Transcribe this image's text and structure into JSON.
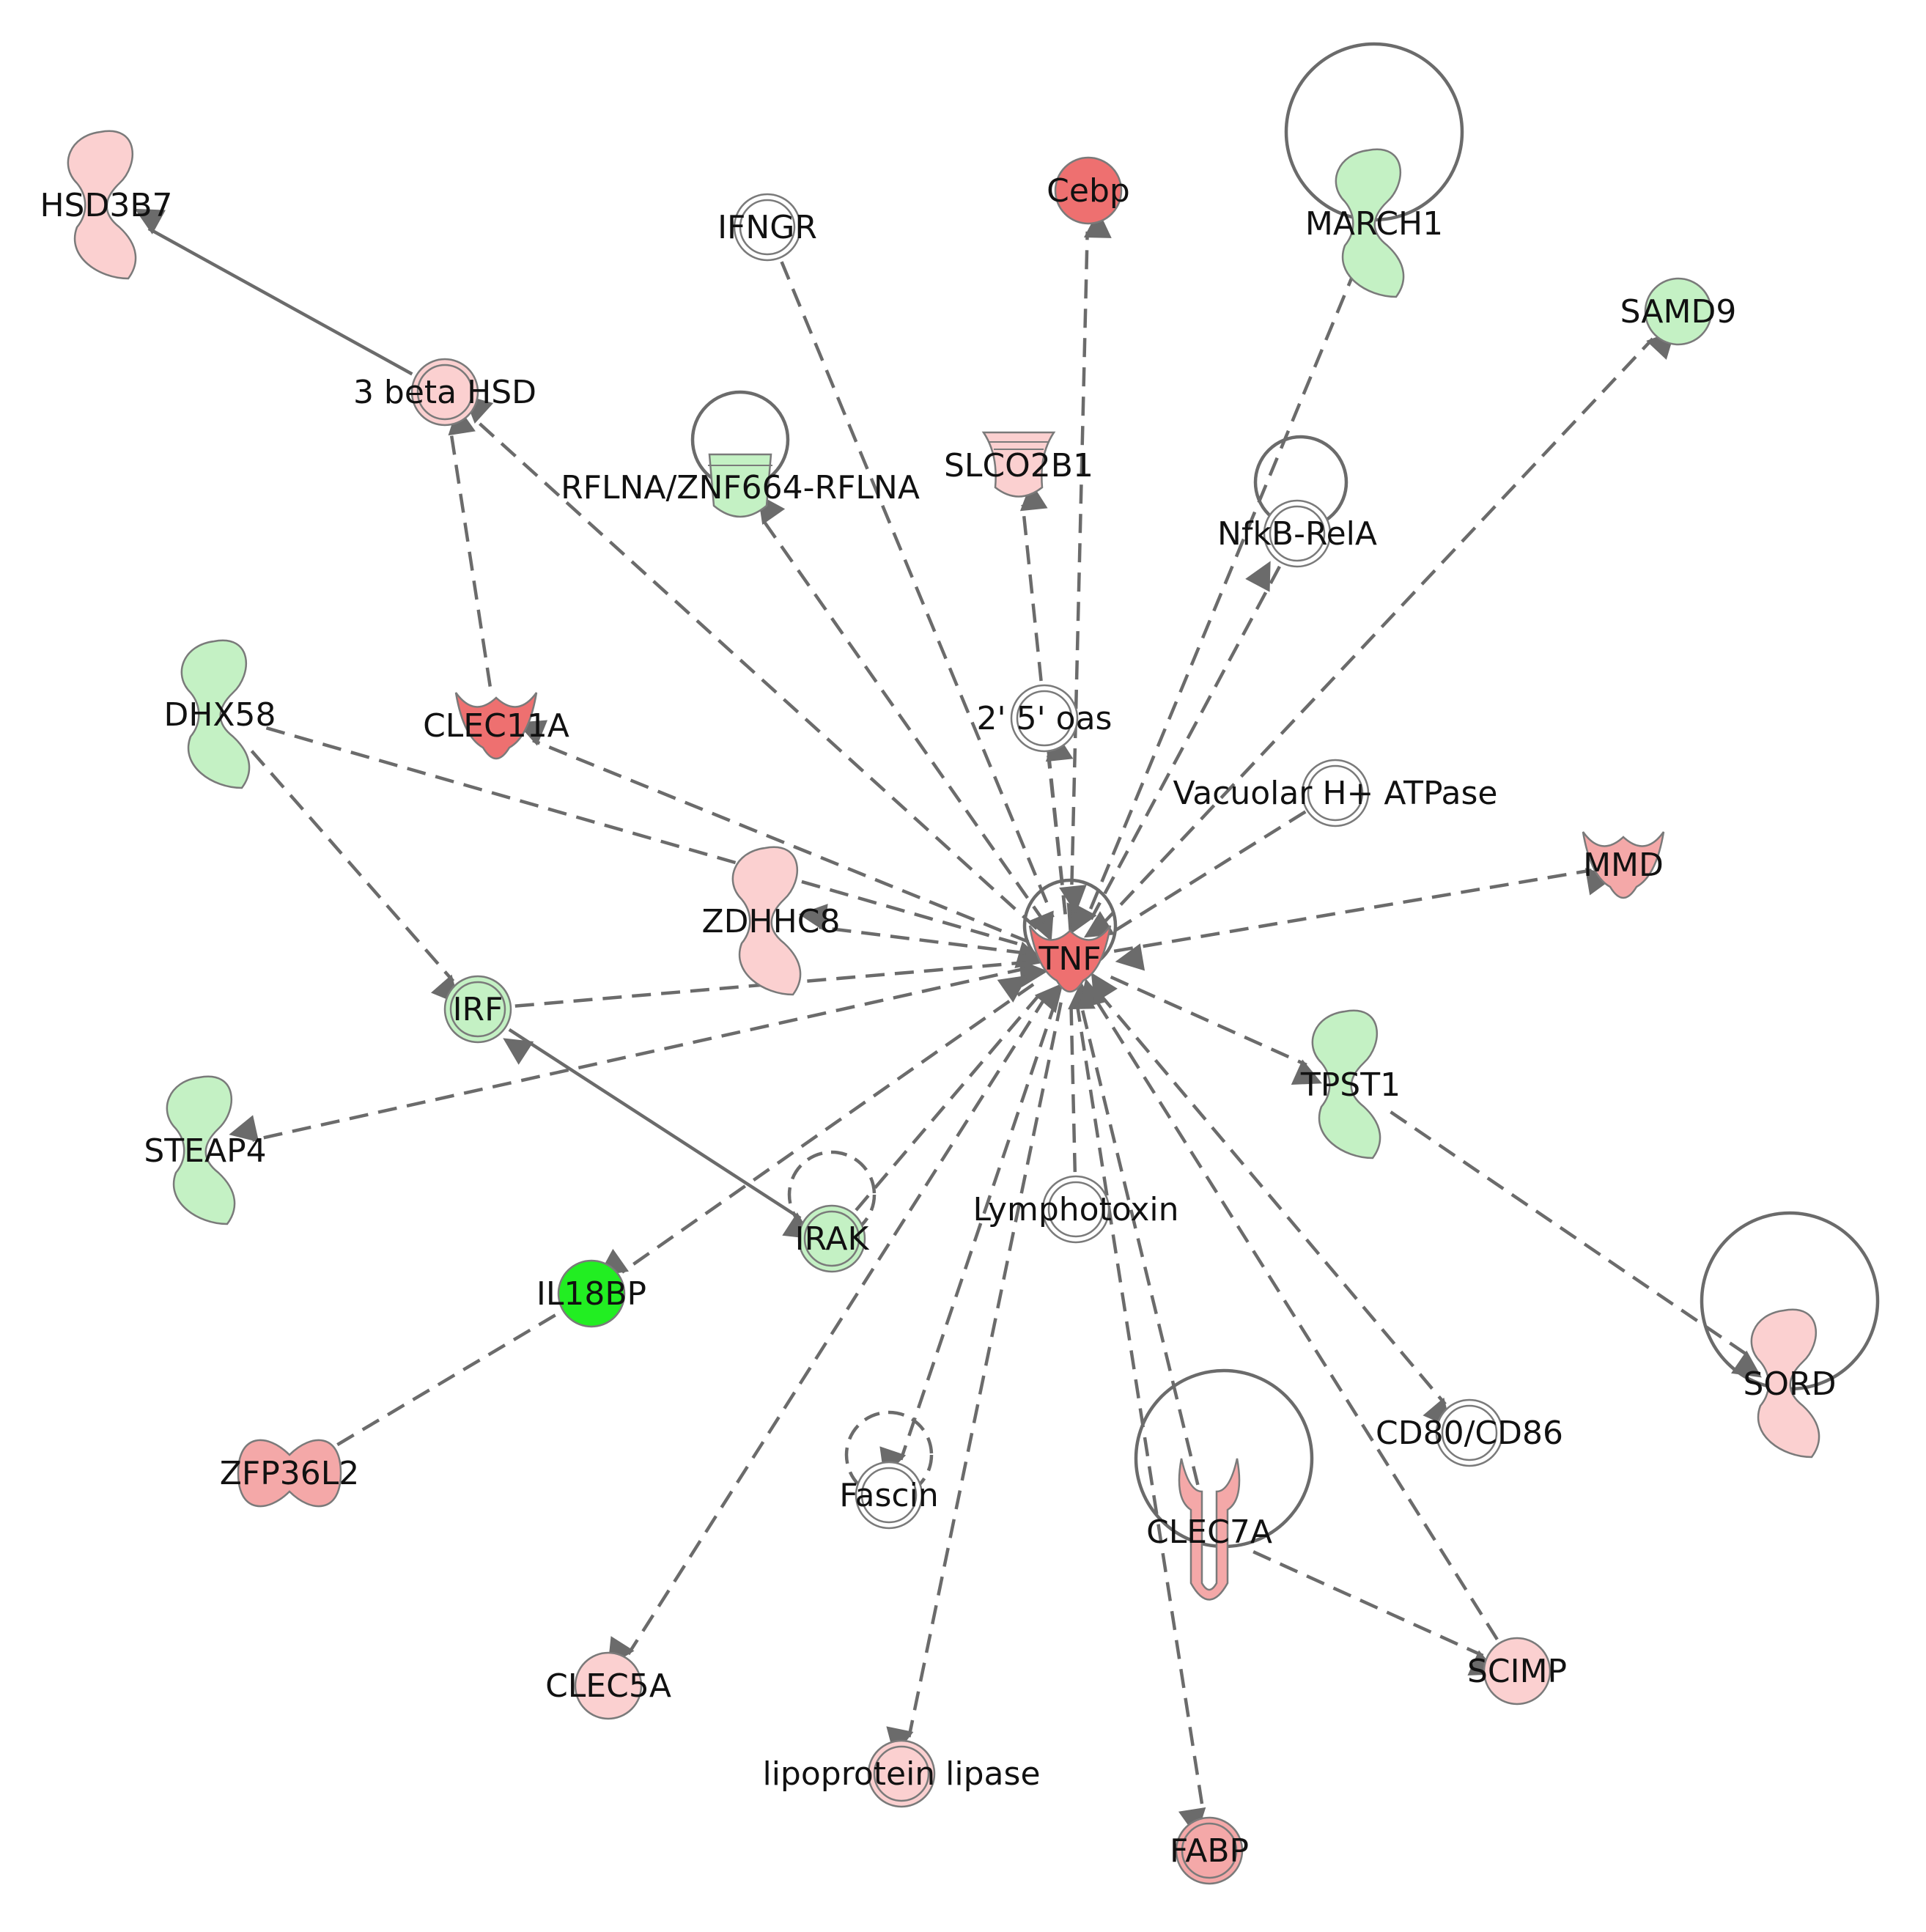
{
  "colors": {
    "edge": "#6b6b6b",
    "strong_red": "#ee7070",
    "mid_red": "#f4a8a8",
    "light_red": "#fbd0d0",
    "light_green": "#c4f1c4",
    "mid_green": "#a8eca8",
    "bright_green": "#22ee22",
    "white": "#ffffff",
    "outline": "#7a7a7a"
  },
  "nodes": [
    {
      "id": "TNF",
      "label": "TNF",
      "shape": "cytokine",
      "color": "strong_red"
    },
    {
      "id": "HSD3B7",
      "label": "HSD3B7",
      "shape": "enzyme",
      "color": "light_red"
    },
    {
      "id": "3betaHSD",
      "label": "3 beta HSD",
      "shape": "group",
      "color": "light_red"
    },
    {
      "id": "IFNGR",
      "label": "IFNGR",
      "shape": "group",
      "color": "white"
    },
    {
      "id": "Cebp",
      "label": "Cebp",
      "shape": "circle",
      "color": "strong_red"
    },
    {
      "id": "MARCH1",
      "label": "MARCH1",
      "shape": "enzyme",
      "color": "light_green"
    },
    {
      "id": "SAMD9",
      "label": "SAMD9",
      "shape": "circle",
      "color": "light_green"
    },
    {
      "id": "RFLNA",
      "label": "RFLNA/ZNF664-RFLNA",
      "shape": "cup",
      "color": "light_green"
    },
    {
      "id": "SLCO2B1",
      "label": "SLCO2B1",
      "shape": "transporter",
      "color": "light_red"
    },
    {
      "id": "NfkB",
      "label": "NfkB-RelA",
      "shape": "group",
      "color": "white"
    },
    {
      "id": "DHX58",
      "label": "DHX58",
      "shape": "enzyme",
      "color": "light_green"
    },
    {
      "id": "CLEC11A",
      "label": "CLEC11A",
      "shape": "cytokine",
      "color": "strong_red"
    },
    {
      "id": "oas",
      "label": "2' 5' oas",
      "shape": "group",
      "color": "white"
    },
    {
      "id": "VATPase",
      "label": "Vacuolar H+ ATPase",
      "shape": "group",
      "color": "white"
    },
    {
      "id": "MMD",
      "label": "MMD",
      "shape": "cytokine",
      "color": "mid_red"
    },
    {
      "id": "ZDHHC8",
      "label": "ZDHHC8",
      "shape": "enzyme",
      "color": "light_red"
    },
    {
      "id": "IRF",
      "label": "IRF",
      "shape": "group",
      "color": "light_green"
    },
    {
      "id": "TPST1",
      "label": "TPST1",
      "shape": "enzyme",
      "color": "light_green"
    },
    {
      "id": "STEAP4",
      "label": "STEAP4",
      "shape": "enzyme",
      "color": "light_green"
    },
    {
      "id": "IRAK",
      "label": "IRAK",
      "shape": "group",
      "color": "light_green"
    },
    {
      "id": "Lymphotoxin",
      "label": "Lymphotoxin",
      "shape": "group",
      "color": "white"
    },
    {
      "id": "IL18BP",
      "label": "IL18BP",
      "shape": "circle",
      "color": "bright_green"
    },
    {
      "id": "SORD",
      "label": "SORD",
      "shape": "enzyme",
      "color": "light_red"
    },
    {
      "id": "CD80",
      "label": "CD80/CD86",
      "shape": "group",
      "color": "white"
    },
    {
      "id": "ZFP36L2",
      "label": "ZFP36L2",
      "shape": "tf",
      "color": "mid_red"
    },
    {
      "id": "Fascin",
      "label": "Fascin",
      "shape": "group",
      "color": "white"
    },
    {
      "id": "CLEC7A",
      "label": "CLEC7A",
      "shape": "receptor",
      "color": "mid_red"
    },
    {
      "id": "CLEC5A",
      "label": "CLEC5A",
      "shape": "circle",
      "color": "light_red"
    },
    {
      "id": "SCIMP",
      "label": "SCIMP",
      "shape": "circle",
      "color": "light_red"
    },
    {
      "id": "LPL",
      "label": "lipoprotein lipase",
      "shape": "group",
      "color": "light_red"
    },
    {
      "id": "FABP",
      "label": "FABP",
      "shape": "group",
      "color": "mid_red"
    }
  ],
  "edges": [
    {
      "from": "3betaHSD",
      "to": "HSD3B7",
      "style": "solid",
      "arrow": "end"
    },
    {
      "from": "CLEC11A",
      "to": "3betaHSD",
      "style": "dashed",
      "arrow": "end"
    },
    {
      "from": "TNF",
      "to": "3betaHSD",
      "style": "dashed",
      "arrow": "end"
    },
    {
      "from": "IFNGR",
      "to": "TNF",
      "style": "dashed",
      "arrow": "end"
    },
    {
      "from": "TNF",
      "to": "Cebp",
      "style": "dashed",
      "arrow": "end"
    },
    {
      "from": "MARCH1",
      "to": "TNF",
      "style": "dashed",
      "arrow": "end"
    },
    {
      "from": "TNF",
      "to": "SAMD9",
      "style": "dashed",
      "arrow": "end"
    },
    {
      "from": "TNF",
      "to": "RFLNA",
      "style": "dashed",
      "arrow": "end"
    },
    {
      "from": "TNF",
      "to": "SLCO2B1",
      "style": "dashed",
      "arrow": "end"
    },
    {
      "from": "NfkB",
      "to": "TNF",
      "style": "dashed",
      "arrow": "both"
    },
    {
      "from": "DHX58",
      "to": "TNF",
      "style": "dashed",
      "arrow": "end"
    },
    {
      "from": "DHX58",
      "to": "IRF",
      "style": "dashed",
      "arrow": "end"
    },
    {
      "from": "TNF",
      "to": "CLEC11A",
      "style": "dashed",
      "arrow": "end"
    },
    {
      "from": "TNF",
      "to": "oas",
      "style": "dashed",
      "arrow": "both"
    },
    {
      "from": "VATPase",
      "to": "TNF",
      "style": "dashed",
      "arrow": "end"
    },
    {
      "from": "TNF",
      "to": "MMD",
      "style": "dashed",
      "arrow": "both"
    },
    {
      "from": "TNF",
      "to": "ZDHHC8",
      "style": "dashed",
      "arrow": "end"
    },
    {
      "from": "IRF",
      "to": "TNF",
      "style": "dashed",
      "arrow": "end"
    },
    {
      "from": "TNF",
      "to": "TPST1",
      "style": "dashed",
      "arrow": "end"
    },
    {
      "from": "TNF",
      "to": "STEAP4",
      "style": "dashed",
      "arrow": "end"
    },
    {
      "from": "IRF",
      "to": "IRAK",
      "style": "solid",
      "arrow": "both"
    },
    {
      "from": "IRAK",
      "to": "TNF",
      "style": "dashed",
      "arrow": "end"
    },
    {
      "from": "Lymphotoxin",
      "to": "TNF",
      "style": "dashed",
      "arrow": "end"
    },
    {
      "from": "TNF",
      "to": "IL18BP",
      "style": "dashed",
      "arrow": "both"
    },
    {
      "from": "ZFP36L2",
      "to": "IL18BP",
      "style": "dashed",
      "arrow": "none"
    },
    {
      "from": "TPST1",
      "to": "SORD",
      "style": "dashed",
      "arrow": "end"
    },
    {
      "from": "TNF",
      "to": "CD80",
      "style": "dashed",
      "arrow": "end"
    },
    {
      "from": "TNF",
      "to": "Fascin",
      "style": "dashed",
      "arrow": "end"
    },
    {
      "from": "CLEC7A",
      "to": "TNF",
      "style": "dashed",
      "arrow": "end"
    },
    {
      "from": "TNF",
      "to": "CLEC5A",
      "style": "dashed",
      "arrow": "end"
    },
    {
      "from": "SCIMP",
      "to": "TNF",
      "style": "dashed",
      "arrow": "end"
    },
    {
      "from": "CLEC7A",
      "to": "SCIMP",
      "style": "dashed",
      "arrow": "end"
    },
    {
      "from": "TNF",
      "to": "LPL",
      "style": "dashed",
      "arrow": "end"
    },
    {
      "from": "TNF",
      "to": "FABP",
      "style": "dashed",
      "arrow": "end"
    }
  ],
  "self_loops": [
    {
      "node": "MARCH1",
      "style": "solid"
    },
    {
      "node": "RFLNA",
      "style": "solid"
    },
    {
      "node": "NfkB",
      "style": "solid"
    },
    {
      "node": "TNF",
      "style": "solid"
    },
    {
      "node": "IRAK",
      "style": "dashed"
    },
    {
      "node": "SORD",
      "style": "solid"
    },
    {
      "node": "CLEC7A",
      "style": "solid"
    },
    {
      "node": "Fascin",
      "style": "dashed"
    }
  ]
}
